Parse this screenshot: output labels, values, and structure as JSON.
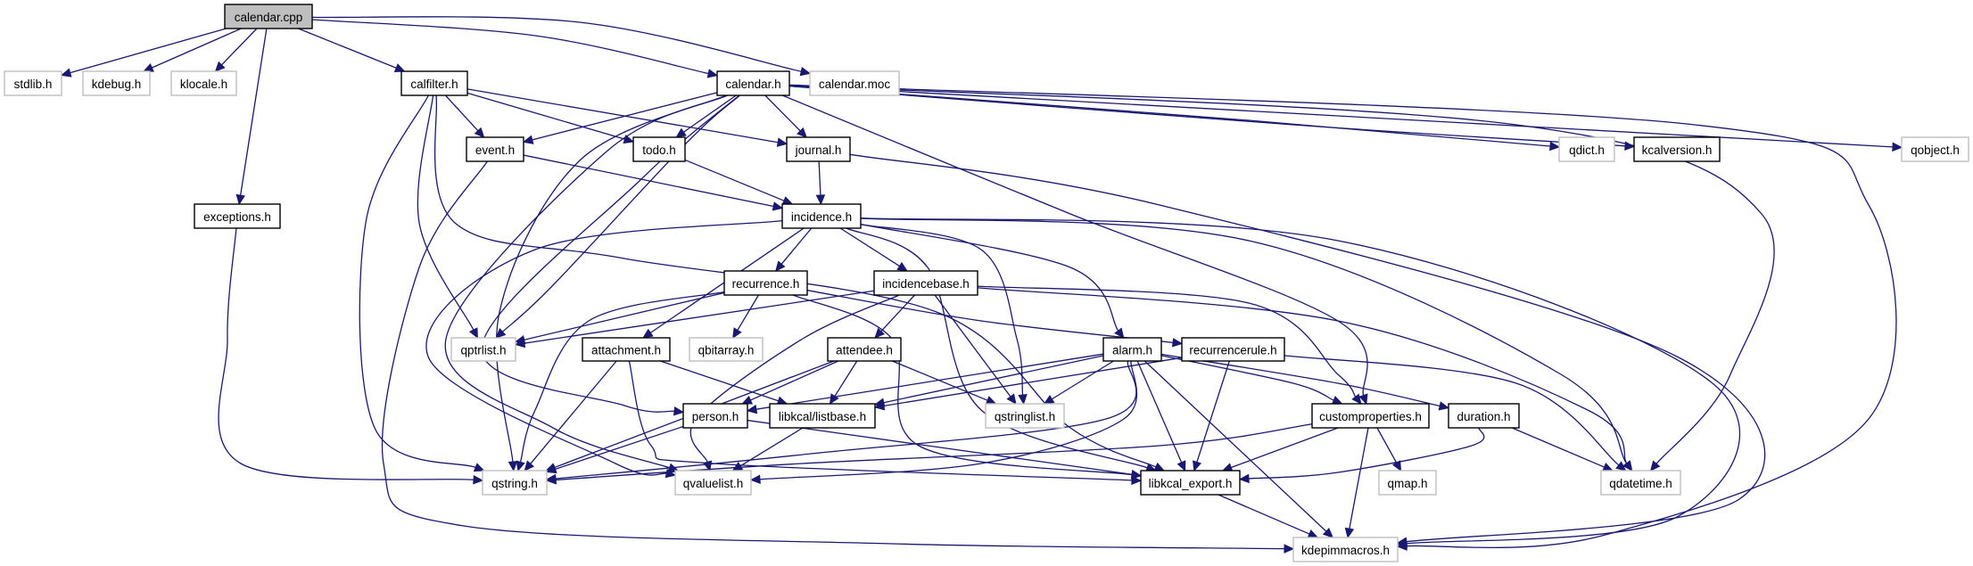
{
  "diagram": {
    "title": "calendar.cpp include dependency graph",
    "colors": {
      "edge": "#191970",
      "root_fill": "#bfbfbf",
      "documented_border": "#000000",
      "undocumented_border": "#bfbfbf"
    },
    "nodes": [
      {
        "id": "calendar_cpp",
        "label": "calendar.cpp",
        "kind": "root"
      },
      {
        "id": "stdlib_h",
        "label": "stdlib.h",
        "kind": "gray"
      },
      {
        "id": "kdebug_h",
        "label": "kdebug.h",
        "kind": "gray"
      },
      {
        "id": "klocale_h",
        "label": "klocale.h",
        "kind": "gray"
      },
      {
        "id": "calfilter_h",
        "label": "calfilter.h",
        "kind": "solid"
      },
      {
        "id": "calendar_h",
        "label": "calendar.h",
        "kind": "solid"
      },
      {
        "id": "calendar_moc",
        "label": "calendar.moc",
        "kind": "gray"
      },
      {
        "id": "exceptions_h",
        "label": "exceptions.h",
        "kind": "solid"
      },
      {
        "id": "event_h",
        "label": "event.h",
        "kind": "solid"
      },
      {
        "id": "todo_h",
        "label": "todo.h",
        "kind": "solid"
      },
      {
        "id": "journal_h",
        "label": "journal.h",
        "kind": "solid"
      },
      {
        "id": "qdict_h",
        "label": "qdict.h",
        "kind": "gray"
      },
      {
        "id": "kcalversion_h",
        "label": "kcalversion.h",
        "kind": "solid"
      },
      {
        "id": "qobject_h",
        "label": "qobject.h",
        "kind": "gray"
      },
      {
        "id": "incidence_h",
        "label": "incidence.h",
        "kind": "solid"
      },
      {
        "id": "recurrence_h",
        "label": "recurrence.h",
        "kind": "solid"
      },
      {
        "id": "incidencebase_h",
        "label": "incidencebase.h",
        "kind": "solid"
      },
      {
        "id": "qptrlist_h",
        "label": "qptrlist.h",
        "kind": "gray"
      },
      {
        "id": "attachment_h",
        "label": "attachment.h",
        "kind": "solid"
      },
      {
        "id": "qbitarray_h",
        "label": "qbitarray.h",
        "kind": "gray"
      },
      {
        "id": "attendee_h",
        "label": "attendee.h",
        "kind": "solid"
      },
      {
        "id": "alarm_h",
        "label": "alarm.h",
        "kind": "solid"
      },
      {
        "id": "recurrencerule_h",
        "label": "recurrencerule.h",
        "kind": "solid"
      },
      {
        "id": "person_h",
        "label": "person.h",
        "kind": "solid"
      },
      {
        "id": "listbase_h",
        "label": "libkcal/listbase.h",
        "kind": "solid"
      },
      {
        "id": "qstringlist_h",
        "label": "qstringlist.h",
        "kind": "gray"
      },
      {
        "id": "customproperties_h",
        "label": "customproperties.h",
        "kind": "solid"
      },
      {
        "id": "duration_h",
        "label": "duration.h",
        "kind": "solid"
      },
      {
        "id": "qstring_h",
        "label": "qstring.h",
        "kind": "gray"
      },
      {
        "id": "qvaluelist_h",
        "label": "qvaluelist.h",
        "kind": "gray"
      },
      {
        "id": "libkcal_export_h",
        "label": "libkcal_export.h",
        "kind": "solid"
      },
      {
        "id": "qmap_h",
        "label": "qmap.h",
        "kind": "gray"
      },
      {
        "id": "qdatetime_h",
        "label": "qdatetime.h",
        "kind": "gray"
      },
      {
        "id": "kdepimmacros_h",
        "label": "kdepimmacros.h",
        "kind": "gray"
      }
    ],
    "edges": [
      [
        "calendar_cpp",
        "stdlib_h"
      ],
      [
        "calendar_cpp",
        "kdebug_h"
      ],
      [
        "calendar_cpp",
        "klocale_h"
      ],
      [
        "calendar_cpp",
        "exceptions_h"
      ],
      [
        "calendar_cpp",
        "calfilter_h"
      ],
      [
        "calendar_cpp",
        "calendar_h"
      ],
      [
        "calendar_cpp",
        "calendar_moc"
      ],
      [
        "calfilter_h",
        "event_h"
      ],
      [
        "calfilter_h",
        "todo_h"
      ],
      [
        "calfilter_h",
        "journal_h"
      ],
      [
        "calfilter_h",
        "qptrlist_h"
      ],
      [
        "calfilter_h",
        "qstring_h"
      ],
      [
        "calfilter_h",
        "libkcal_export_h"
      ],
      [
        "calendar_h",
        "event_h"
      ],
      [
        "calendar_h",
        "todo_h"
      ],
      [
        "calendar_h",
        "journal_h"
      ],
      [
        "calendar_h",
        "qptrlist_h"
      ],
      [
        "calendar_h",
        "qstring_h"
      ],
      [
        "calendar_h",
        "qvaluelist_h"
      ],
      [
        "calendar_h",
        "person_h"
      ],
      [
        "calendar_h",
        "customproperties_h"
      ],
      [
        "calendar_h",
        "qdict_h"
      ],
      [
        "calendar_h",
        "kcalversion_h"
      ],
      [
        "calendar_h",
        "qobject_h"
      ],
      [
        "calendar_h",
        "qdatetime_h"
      ],
      [
        "calendar_h",
        "kdepimmacros_h"
      ],
      [
        "exceptions_h",
        "qstring_h"
      ],
      [
        "event_h",
        "incidence_h"
      ],
      [
        "event_h",
        "kdepimmacros_h"
      ],
      [
        "todo_h",
        "incidence_h"
      ],
      [
        "journal_h",
        "incidence_h"
      ],
      [
        "journal_h",
        "kdepimmacros_h"
      ],
      [
        "incidence_h",
        "recurrence_h"
      ],
      [
        "incidence_h",
        "incidencebase_h"
      ],
      [
        "incidence_h",
        "attachment_h"
      ],
      [
        "incidence_h",
        "alarm_h"
      ],
      [
        "incidence_h",
        "qstringlist_h"
      ],
      [
        "incidence_h",
        "qvaluelist_h"
      ],
      [
        "incidence_h",
        "libkcal_export_h"
      ],
      [
        "incidence_h",
        "qdatetime_h"
      ],
      [
        "incidence_h",
        "kdepimmacros_h"
      ],
      [
        "recurrence_h",
        "qptrlist_h"
      ],
      [
        "recurrence_h",
        "qbitarray_h"
      ],
      [
        "recurrence_h",
        "recurrencerule_h"
      ],
      [
        "recurrence_h",
        "qstring_h"
      ],
      [
        "recurrence_h",
        "libkcal_export_h"
      ],
      [
        "incidencebase_h",
        "qptrlist_h"
      ],
      [
        "incidencebase_h",
        "attendee_h"
      ],
      [
        "incidencebase_h",
        "qstringlist_h"
      ],
      [
        "incidencebase_h",
        "customproperties_h"
      ],
      [
        "incidencebase_h",
        "qvaluelist_h"
      ],
      [
        "incidencebase_h",
        "qdatetime_h"
      ],
      [
        "attachment_h",
        "qstring_h"
      ],
      [
        "attachment_h",
        "listbase_h"
      ],
      [
        "attachment_h",
        "libkcal_export_h"
      ],
      [
        "attendee_h",
        "person_h"
      ],
      [
        "attendee_h",
        "listbase_h"
      ],
      [
        "attendee_h",
        "qstringlist_h"
      ],
      [
        "attendee_h",
        "qstring_h"
      ],
      [
        "alarm_h",
        "person_h"
      ],
      [
        "alarm_h",
        "listbase_h"
      ],
      [
        "alarm_h",
        "qstringlist_h"
      ],
      [
        "alarm_h",
        "customproperties_h"
      ],
      [
        "alarm_h",
        "duration_h"
      ],
      [
        "alarm_h",
        "qstring_h"
      ],
      [
        "alarm_h",
        "qvaluelist_h"
      ],
      [
        "alarm_h",
        "libkcal_export_h"
      ],
      [
        "alarm_h",
        "kdepimmacros_h"
      ],
      [
        "recurrencerule_h",
        "listbase_h"
      ],
      [
        "recurrencerule_h",
        "libkcal_export_h"
      ],
      [
        "recurrencerule_h",
        "qdatetime_h"
      ],
      [
        "person_h",
        "qstring_h"
      ],
      [
        "person_h",
        "libkcal_export_h"
      ],
      [
        "listbase_h",
        "qvaluelist_h"
      ],
      [
        "customproperties_h",
        "qstring_h"
      ],
      [
        "customproperties_h",
        "qmap_h"
      ],
      [
        "customproperties_h",
        "libkcal_export_h"
      ],
      [
        "customproperties_h",
        "kdepimmacros_h"
      ],
      [
        "duration_h",
        "libkcal_export_h"
      ],
      [
        "duration_h",
        "qdatetime_h"
      ],
      [
        "libkcal_export_h",
        "kdepimmacros_h"
      ]
    ]
  }
}
